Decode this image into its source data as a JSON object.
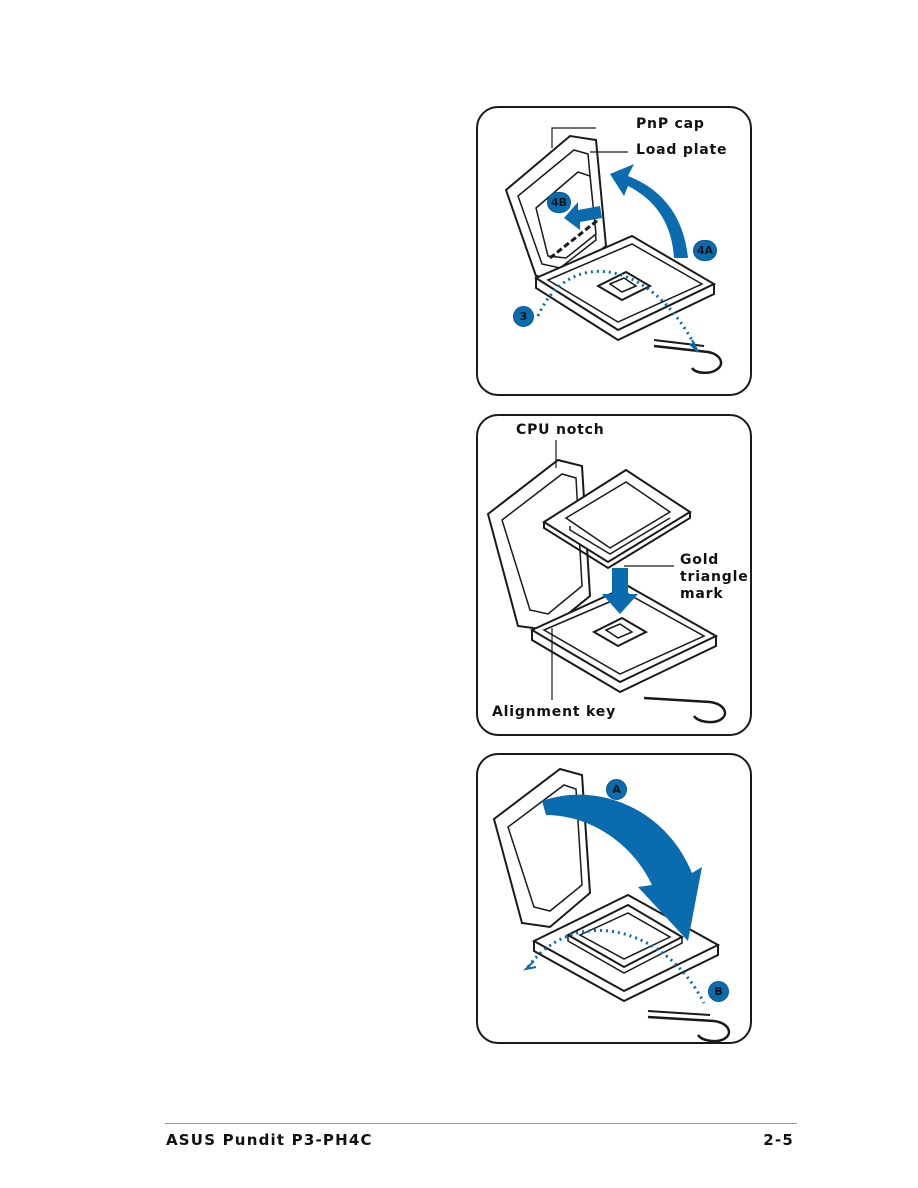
{
  "figure1": {
    "label_pnp_cap": "PnP cap",
    "label_load_plate": "Load plate",
    "badge_4b": "4B",
    "badge_4a": "4A",
    "badge_3": "3"
  },
  "figure2": {
    "label_cpu_notch": "CPU notch",
    "label_gold_line1": "Gold",
    "label_gold_line2": "triangle",
    "label_gold_line3": "mark",
    "label_alignment_key": "Alignment key"
  },
  "figure3": {
    "badge_a": "A",
    "badge_b": "B"
  },
  "footer": {
    "product": "ASUS Pundit P3-PH4C",
    "page": "2-5"
  },
  "colors": {
    "accent_blue": "#0a6cae",
    "line": "#1a1a1a"
  }
}
